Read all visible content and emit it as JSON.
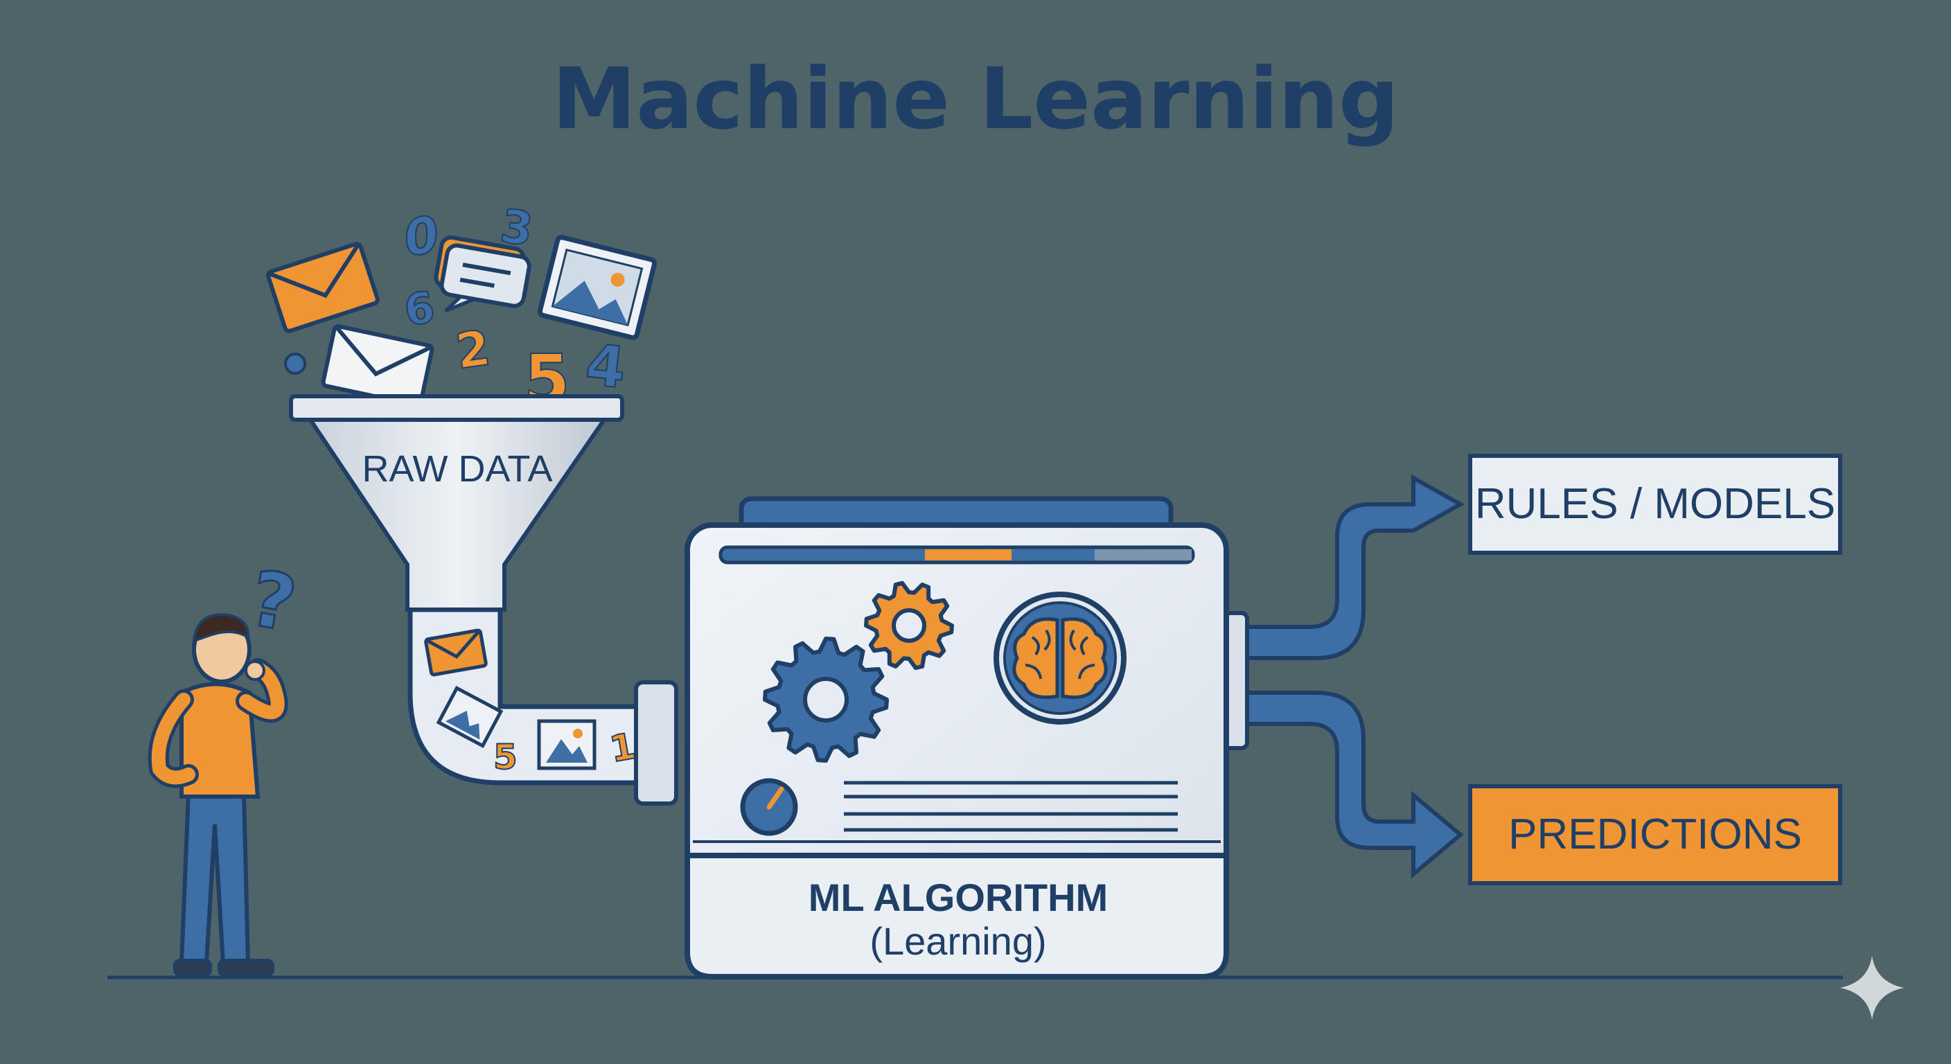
{
  "title": "Machine Learning",
  "funnel": {
    "label": "RAW DATA"
  },
  "floating_digits": [
    "0",
    "3",
    "6",
    "2",
    "5",
    "4"
  ],
  "pipe_digits": [
    "5",
    "1"
  ],
  "machine": {
    "line1": "ML ALGORITHM",
    "line2": "(Learning)"
  },
  "outputs": {
    "rules": "RULES / MODELS",
    "predictions": "PREDICTIONS"
  },
  "colors": {
    "background": "#4e6469",
    "navy": "#1f3f66",
    "accent_orange": "#ef9534",
    "blue": "#3d6fa6",
    "panel_light": "#e6ecf2"
  },
  "icons": [
    "envelope-icon",
    "chat-bubble-icon",
    "image-icon",
    "gear-icon",
    "brain-icon",
    "dial-icon",
    "question-mark-icon",
    "sparkle-icon"
  ]
}
